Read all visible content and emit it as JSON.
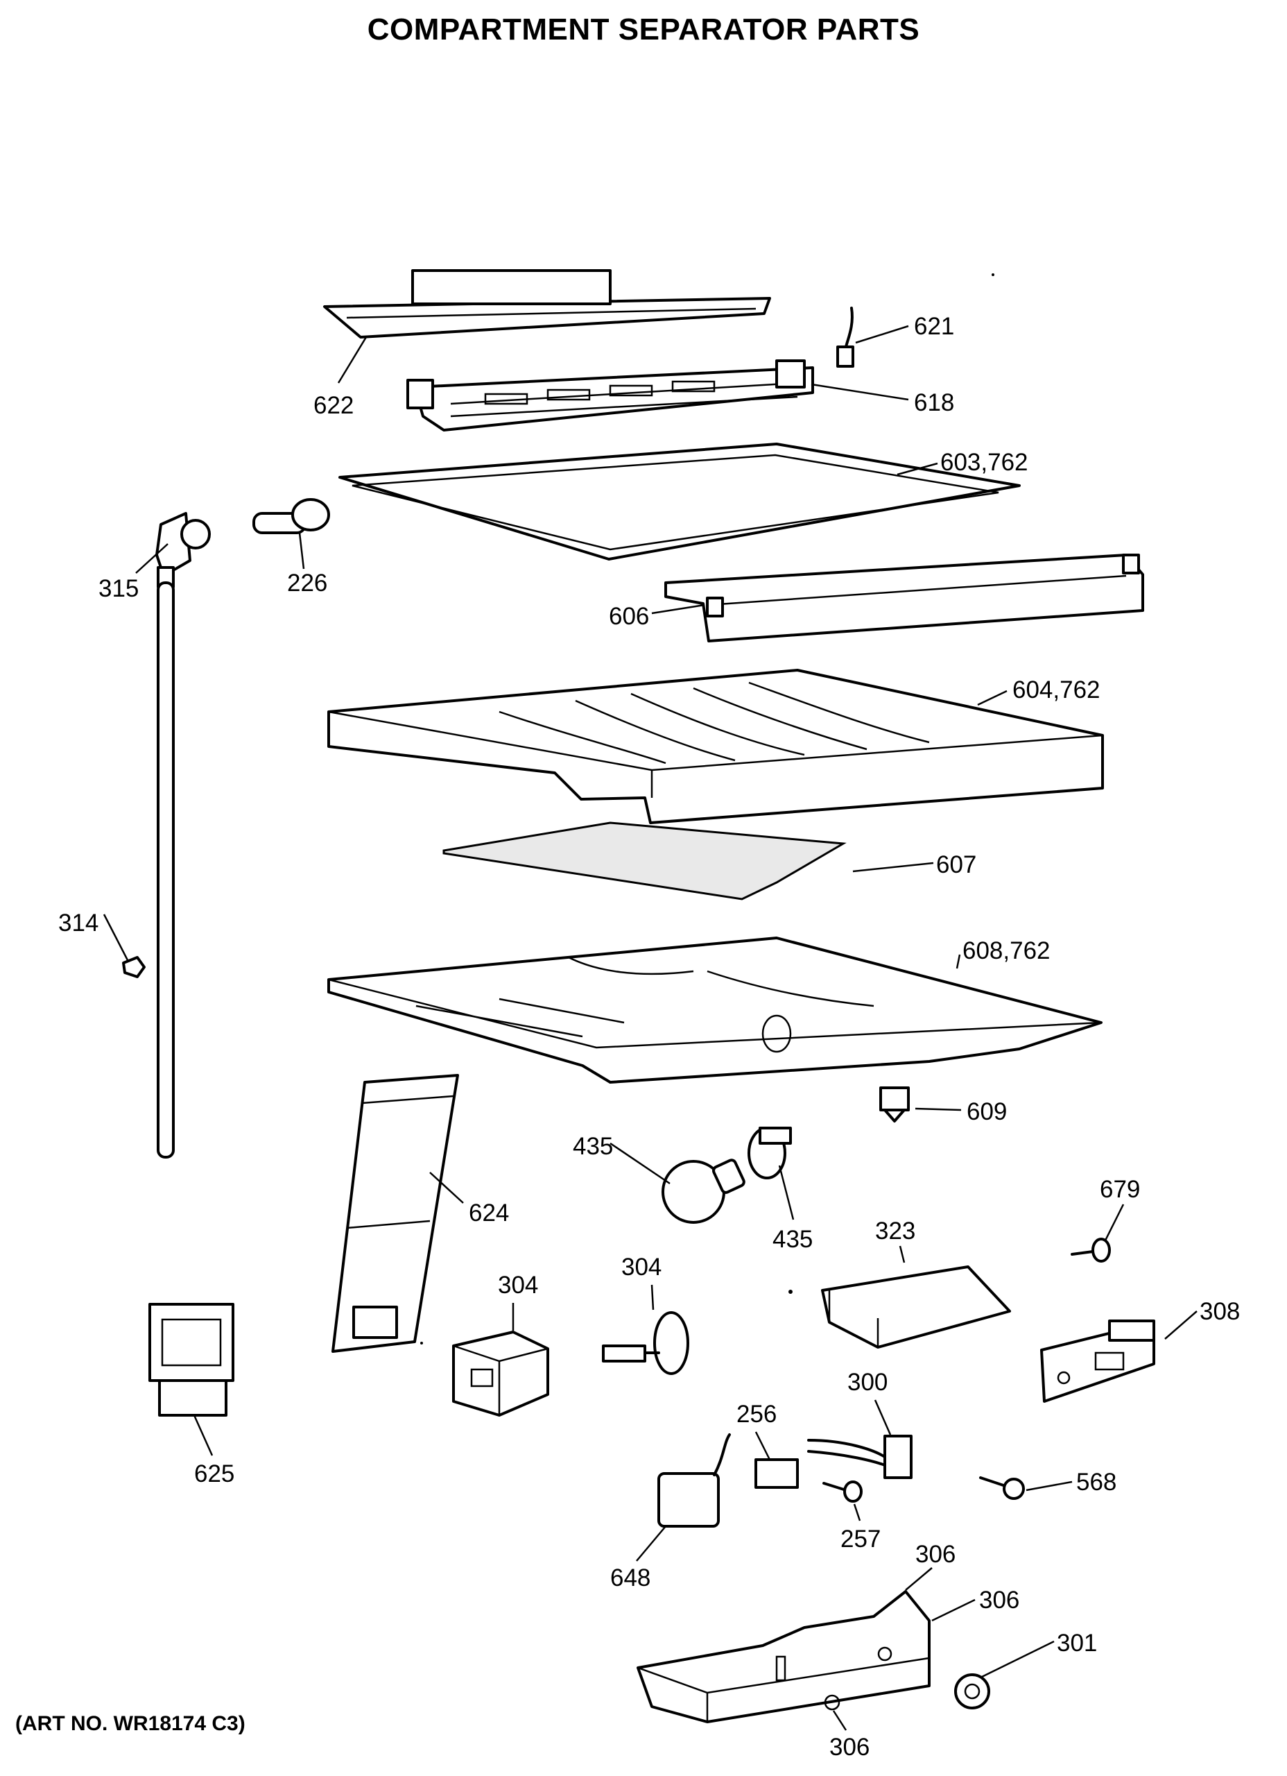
{
  "title": "COMPARTMENT SEPARATOR PARTS",
  "art_number": "(ART NO. WR18174 C3)",
  "parts": [
    "621",
    "622",
    "618",
    "603,762",
    "315",
    "226",
    "606",
    "604,762",
    "607",
    "314",
    "608,762",
    "609",
    "435",
    "624",
    "679",
    "435",
    "323",
    "304",
    "304",
    "308",
    "300",
    "256",
    "625",
    "568",
    "257",
    "648",
    "306",
    "306",
    "301",
    "306"
  ]
}
